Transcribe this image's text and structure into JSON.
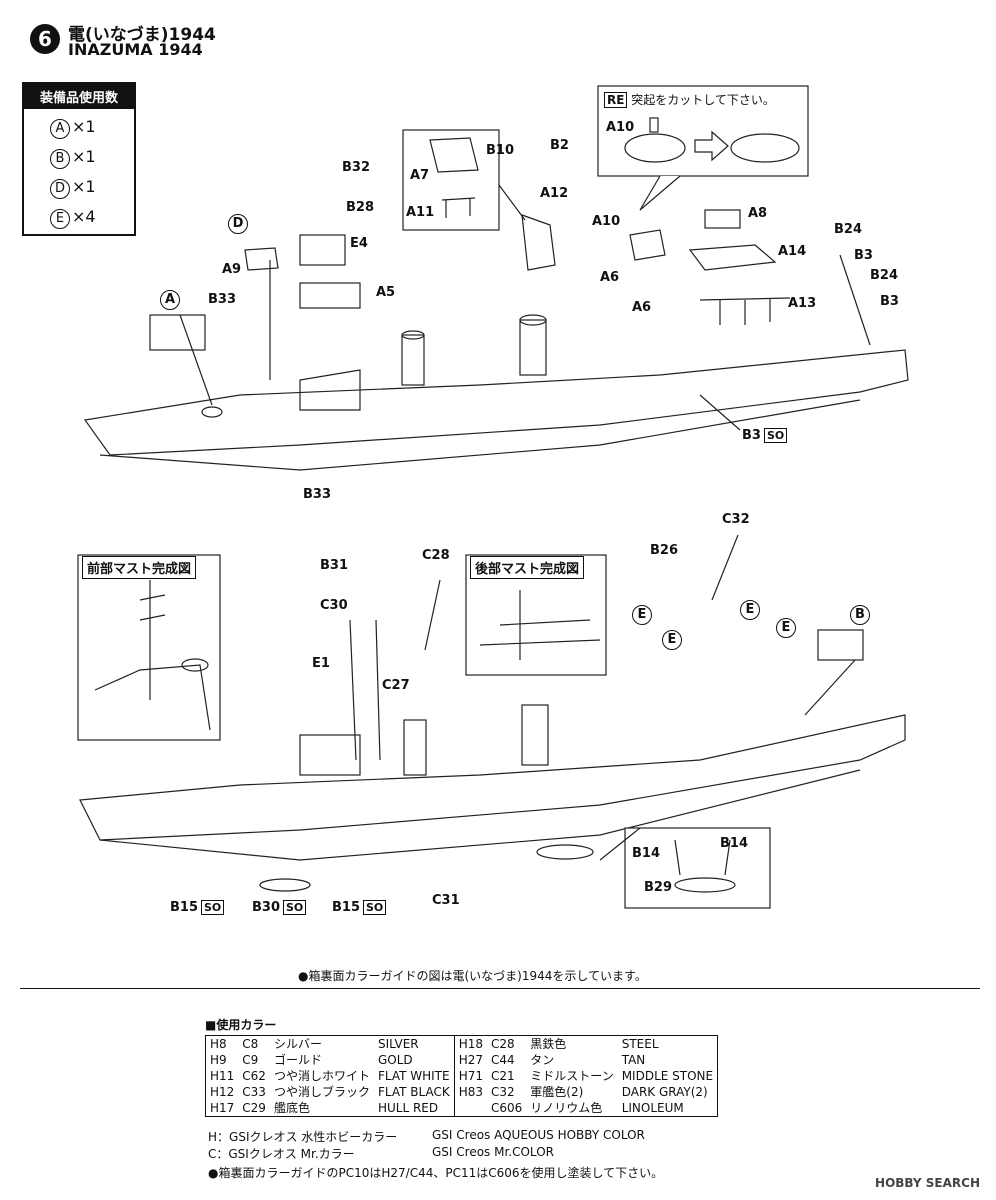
{
  "header": {
    "step": "6",
    "title_jp": "電(いなづま)1944",
    "title_en": "INAZUMA 1944"
  },
  "equipment": {
    "title": "装備品使用数",
    "items": [
      {
        "letter": "A",
        "count": "×1"
      },
      {
        "letter": "B",
        "count": "×1"
      },
      {
        "letter": "D",
        "count": "×1"
      },
      {
        "letter": "E",
        "count": "×4"
      }
    ]
  },
  "re_note": {
    "badge": "RE",
    "text": "突起をカットして下さい。",
    "part": "A10"
  },
  "labels_top": {
    "a7": "A7",
    "a11": "A11",
    "b10": "B10",
    "b2": "B2",
    "a12": "A12",
    "b32": "B32",
    "b28": "B28",
    "e4": "E4",
    "a5": "A5",
    "d_circle": "D",
    "a9": "A9",
    "a_circle": "A",
    "b33_top": "B33",
    "b33_bottom": "B33",
    "a10": "A10",
    "a6_1": "A6",
    "a6_2": "A6",
    "a8": "A8",
    "a14": "A14",
    "a13": "A13",
    "b24_1": "B24",
    "b3_1": "B3",
    "b24_2": "B24",
    "b3_2": "B3",
    "b3_so": "B3",
    "so": "SO"
  },
  "fore_mast": {
    "title": "前部マスト完成図"
  },
  "aft_mast": {
    "title": "後部マスト完成図"
  },
  "labels_bottom": {
    "b31": "B31",
    "c28": "C28",
    "c30": "C30",
    "e1": "E1",
    "c27": "C27",
    "c32": "C32",
    "b26": "B26",
    "e1c": "E",
    "e2c": "E",
    "e3c": "E",
    "e4c": "E",
    "b_circle": "B",
    "b15_1": "B15",
    "b30": "B30",
    "b15_2": "B15",
    "c31": "C31",
    "b14_1": "B14",
    "b14_2": "B14",
    "b29": "B29",
    "so": "SO"
  },
  "box_note": "●箱裏面カラーガイドの図は電(いなづま)1944を示しています。",
  "colors": {
    "title": "■使用カラー",
    "left": [
      {
        "h": "H8",
        "c": "C8",
        "jp": "シルバー",
        "en": "SILVER"
      },
      {
        "h": "H9",
        "c": "C9",
        "jp": "ゴールド",
        "en": "GOLD"
      },
      {
        "h": "H11",
        "c": "C62",
        "jp": "つや消しホワイト",
        "en": "FLAT WHITE"
      },
      {
        "h": "H12",
        "c": "C33",
        "jp": "つや消しブラック",
        "en": "FLAT BLACK"
      },
      {
        "h": "H17",
        "c": "C29",
        "jp": "艦底色",
        "en": "HULL RED"
      }
    ],
    "right": [
      {
        "h": "H18",
        "c": "C28",
        "jp": "黒鉄色",
        "en": "STEEL"
      },
      {
        "h": "H27",
        "c": "C44",
        "jp": "タン",
        "en": "TAN"
      },
      {
        "h": "H71",
        "c": "C21",
        "jp": "ミドルストーン",
        "en": "MIDDLE STONE"
      },
      {
        "h": "H83",
        "c": "C32",
        "jp": "軍艦色(2)",
        "en": "DARK GRAY(2)"
      },
      {
        "h": "",
        "c": "C606",
        "jp": "リノリウム色",
        "en": "LINOLEUM"
      }
    ]
  },
  "legend": {
    "h_jp": "H：GSIクレオス 水性ホビーカラー",
    "h_en": "GSI Creos AQUEOUS HOBBY COLOR",
    "c_jp": "C：GSIクレオス Mr.カラー",
    "c_en": "GSI Creos Mr.COLOR",
    "pc_note": "●箱裏面カラーガイドのPC10はH27/C44、PC11はC606を使用し塗装して下さい。"
  },
  "watermark": "HOBBY SEARCH"
}
